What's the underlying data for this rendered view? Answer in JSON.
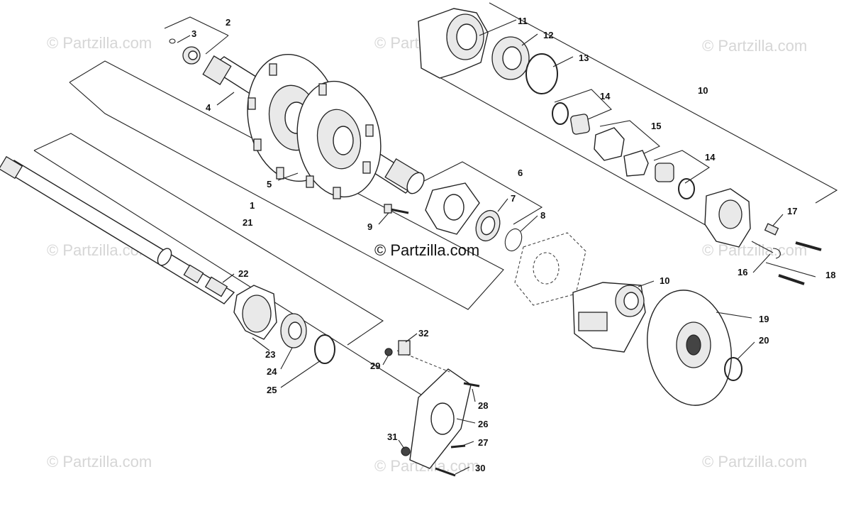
{
  "watermark_text": "© Partzilla.com",
  "center_watermark_text": "© Partzilla.com",
  "callouts": [
    "1",
    "2",
    "3",
    "4",
    "5",
    "6",
    "7",
    "8",
    "9",
    "10",
    "10",
    "11",
    "12",
    "13",
    "14",
    "14",
    "15",
    "16",
    "17",
    "18",
    "19",
    "20",
    "21",
    "22",
    "23",
    "24",
    "25",
    "26",
    "27",
    "28",
    "29",
    "30",
    "31",
    "32"
  ],
  "colors": {
    "line": "#222222",
    "watermark": "#d6d6d6",
    "background": "#ffffff"
  }
}
